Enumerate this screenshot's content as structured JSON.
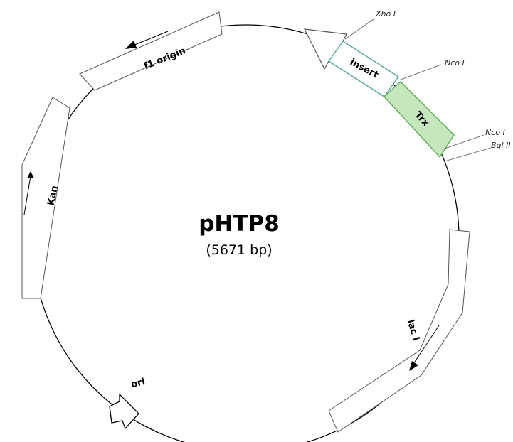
{
  "plasmid": {
    "name": "pHTP8",
    "size_label": "(5671 bp)"
  },
  "features": {
    "f1_origin": "f1 origin",
    "kan": "Kan",
    "ori": "ori",
    "lac_i": "lac I",
    "trx": "Trx",
    "insert": "insert"
  },
  "sites": {
    "xho_i": "Xho I",
    "nco_i_top": "Nco I",
    "nco_i_lower": "Nco I",
    "bgl_ii": "Bgl II"
  },
  "colors": {
    "backbone": "#000000",
    "feature_outline": "#555555",
    "insert_outline": "#5aa9a0",
    "trx_fill": "#c6e6bd",
    "trx_outline": "#5fae55"
  }
}
